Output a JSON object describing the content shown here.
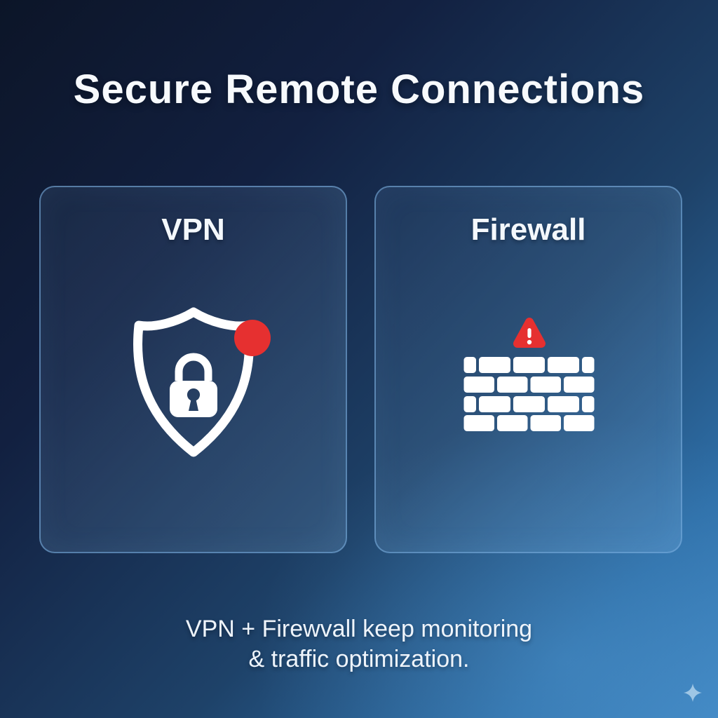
{
  "title": "Secure Remote Connections",
  "cards": [
    {
      "label": "VPN",
      "icon": "shield-lock",
      "badge": "alert-dot"
    },
    {
      "label": "Firewall",
      "icon": "brick-wall",
      "badge": "warning-triangle"
    }
  ],
  "footer": {
    "line1": "VPN + Firewvall keep monitoring",
    "line2": "& traffic optimization."
  },
  "colors": {
    "alert_red": "#e63030",
    "icon_white": "#ffffff",
    "card_border": "#7aaede",
    "sparkle_blue": "#a9cde9",
    "background_dark": "#0c1528",
    "background_light": "#3f86c2"
  },
  "decorations": {
    "bottom_right": "four-point-sparkle"
  }
}
